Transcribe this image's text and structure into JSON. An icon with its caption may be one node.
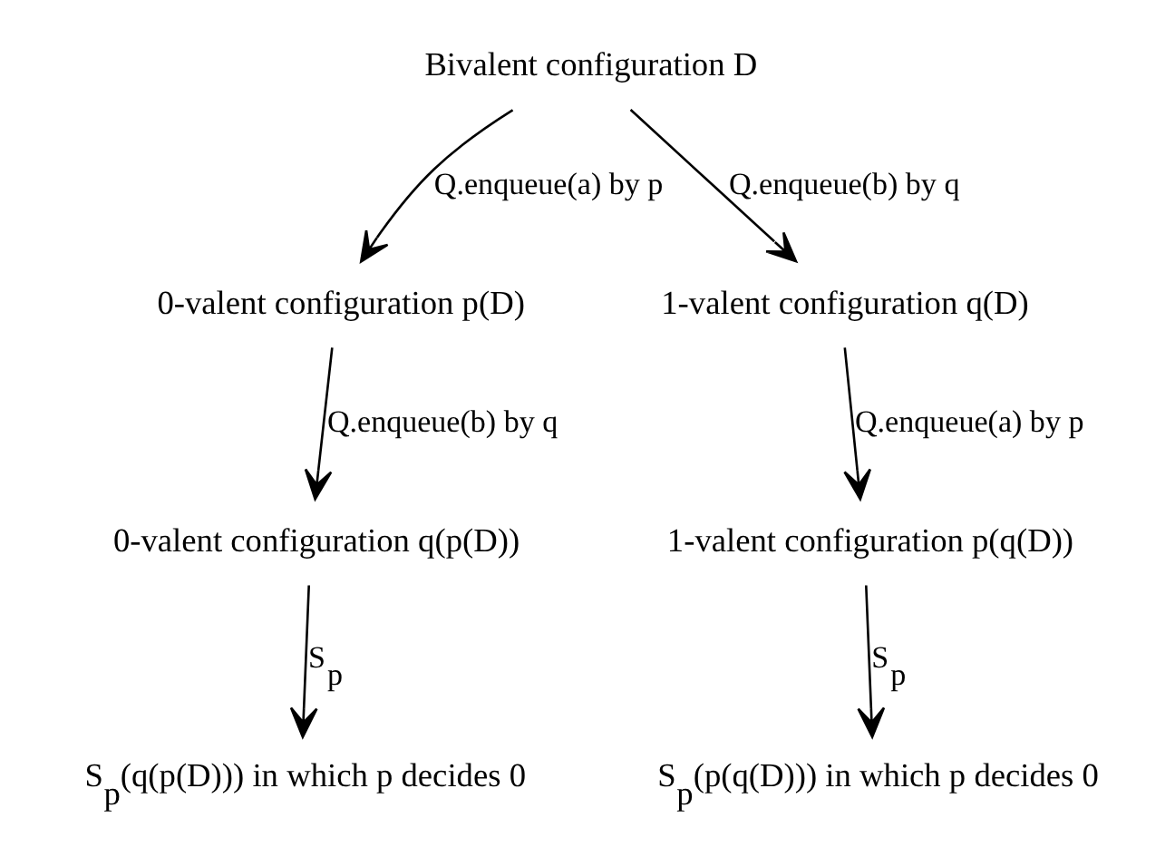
{
  "diagram": {
    "nodes": [
      {
        "text": [
          "Bivalent configuration D"
        ]
      },
      {
        "text": [
          "0-valent configuration p(D)"
        ]
      },
      {
        "text": [
          "1-valent configuration q(D)"
        ]
      },
      {
        "text": [
          "0-valent configuration q(p(D))"
        ]
      },
      {
        "text": [
          "1-valent configuration p(q(D))"
        ]
      },
      {
        "text": [
          "S$_{p}$(q(p(D))) in which p decides 0"
        ]
      },
      {
        "text": [
          "S$_{p}$(p(q(D))) in which p decides 0"
        ]
      }
    ],
    "edges": [
      {
        "from": 0,
        "to": 1,
        "arrow": "to",
        "label": "Q.enqueue(a) by p"
      },
      {
        "from": 0,
        "to": 2,
        "arrow": "to",
        "label": "Q.enqueue(b) by q"
      },
      {
        "from": 1,
        "to": 3,
        "arrow": "to",
        "label": "Q.enqueue(b) by q"
      },
      {
        "from": 2,
        "to": 4,
        "arrow": "to",
        "label": "Q.enqueue(a) by p"
      },
      {
        "from": 3,
        "to": 5,
        "arrow": "to",
        "label": "S$_{p}$"
      },
      {
        "from": 4,
        "to": 6,
        "arrow": "to",
        "label": "S$_{p}$"
      }
    ]
  }
}
